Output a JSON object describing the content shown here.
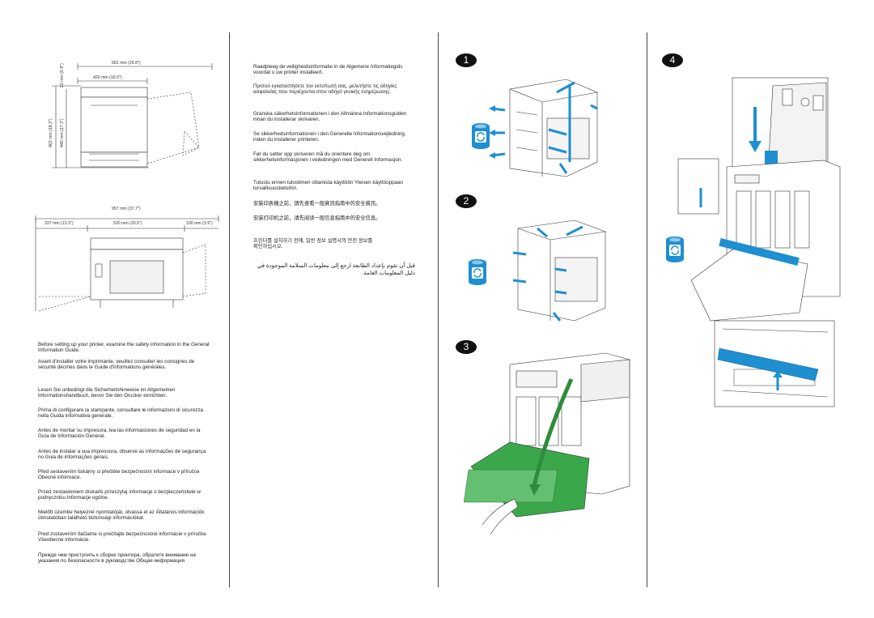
{
  "dimensions": {
    "top_width_total": "681 mm (26.8\")",
    "top_width_inner": "420 mm (16.5\")",
    "height_top": "22 mm (0.9\")",
    "height_total": "462 mm (18.2\")",
    "height_body": "440 mm (17.3\")",
    "front_total": "957 mm (37.7\")",
    "front_left": "337 mm (13.3\")",
    "front_center": "520 mm (20.5\")",
    "front_right": "100 mm (3.9\")"
  },
  "safety_left": [
    "Before setting up your printer, examine the safety information in the General Information Guide.",
    "Avant d'installer votre imprimante, veuillez consulter les consignes de sécurité décrites dans le Guide d'informations générales.",
    "Lesen Sie unbedingt die Sicherheitshinweise im Allgemeinen Informationshandbuch, bevor Sie den Drucker einrichten.",
    "Prima di configurare la stampante, consultare le informazioni di sicurezza nella Guida informativa generale.",
    "Antes de montar su impresora, lea las informaciones de seguridad en la Guía de Información General.",
    "Antes de instalar a sua impressora, observe as informações de segurança no Guia de informações gerais.",
    "Před sestavením tiskárny si přečtěte bezpečnostní informace v příručce Obecné informace.",
    "Przed zestawieniem drukarki przeczytaj informacje o bezpieczeństwie w podręczniku Informacje ogólne.",
    "Mielőtt üzembe helyezné nyomtatóját, olvassa el az Általános információk útmutatóban található biztonsági információkat.",
    "Pred zostavením tlačiarne si prečítajte bezpečnostné informácie v príručke Všeobecné informácie.",
    "Прежде чем приступить к сборке принтера, обратите внимание на указания по безопасности в руководстве Общая информация"
  ],
  "safety_mid": [
    "Raadpleeg de veiligheidsinformatie in de Algemene Informatiegids voordat u uw printer installeert.",
    "Προτού εγκαταστήσετε τον εκτυπωτή σας, μελετήστε τις οδηγίες ασφαλείας που περιέχονται στον οδηγό γενικής ενημέρωσης.",
    "Granska säkerhetsinformationen i den Allmänna Informationsguiden innan du installerar skrivaren.",
    "Se sikkerhedsinformationen i den Generelle Informationsvejledning, inden du installerer printeren.",
    "Før du setter opp skriveren må du orientere deg om sikkerhetsinformasjonen i veiledningen med Generell Informasjon.",
    "Tutustu ennen tulostimen ottamista käyttöön Yleisen käyttöoppaan turvallisuustietoihin.",
    "安裝印表機之前，請先查看一般資訊指南中的安全資訊。",
    "安装打印机之前，请先阅读一般信息指南中的安全信息。",
    "프린터를 설치하기 전에, 일반 정보 설명서의 안전 정보를 확인하십시오.",
    "قبل أن تقوم بإعداد الطابعة ارجع إلى معلومات السلامة الموجودة في دليل المعلومات العامة."
  ],
  "steps": [
    "1",
    "2",
    "3",
    "4"
  ],
  "colors": {
    "accent_blue": "#1e8fd0",
    "accent_green": "#3aa84a",
    "line": "#333333"
  }
}
